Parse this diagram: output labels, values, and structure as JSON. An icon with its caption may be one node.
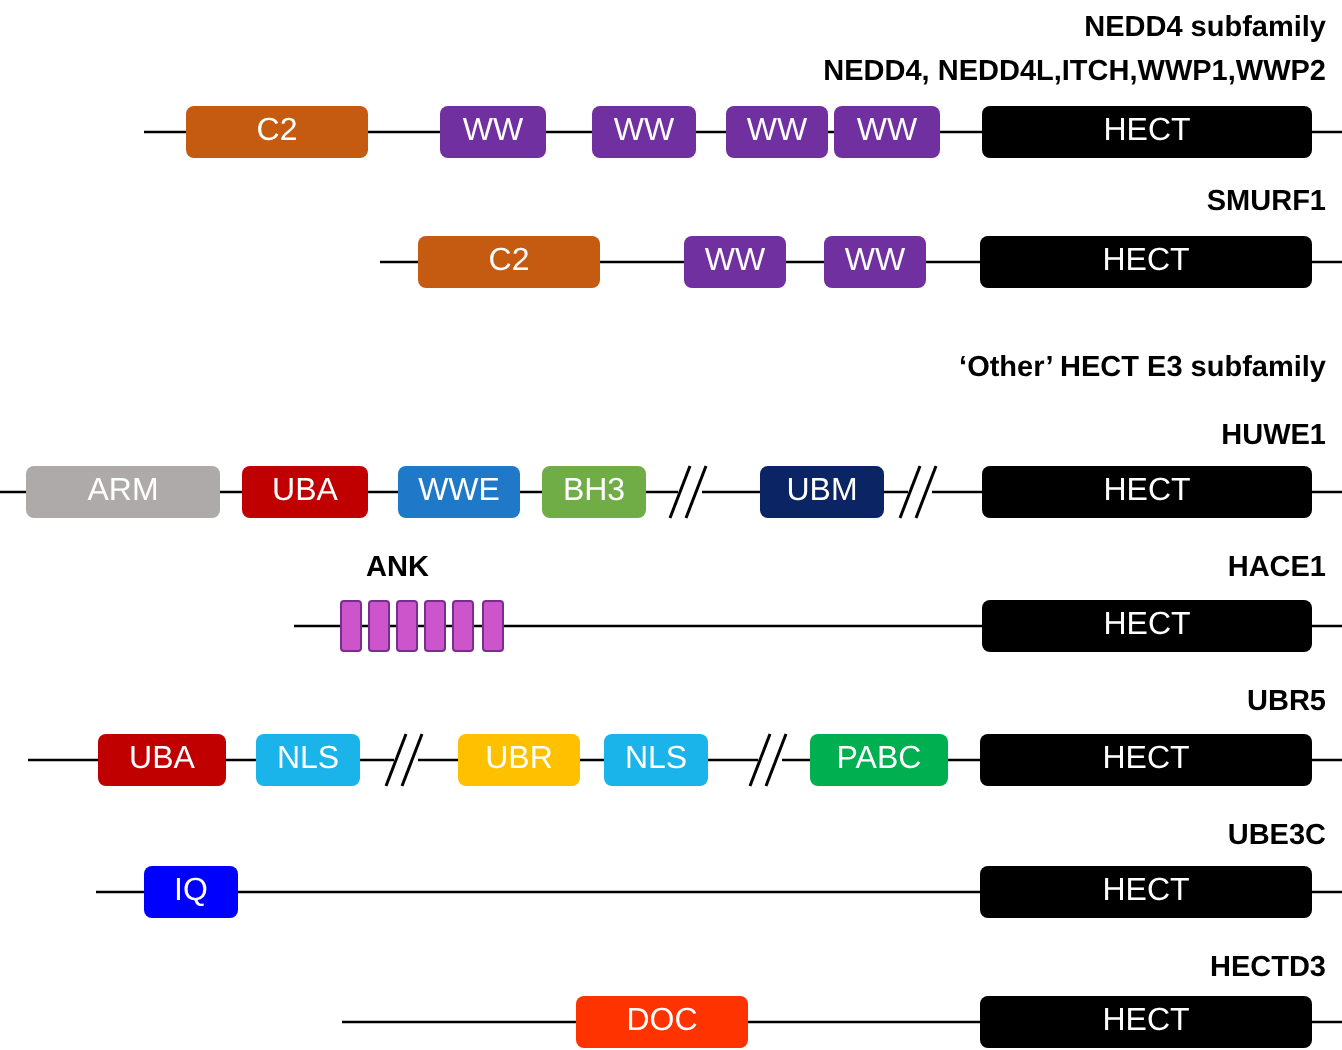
{
  "diagram": {
    "nodes": [
      {
        "text": [
          "C2"
        ]
      },
      {
        "text": [
          "WW"
        ]
      },
      {
        "text": [
          "WW"
        ]
      },
      {
        "text": [
          "WW"
        ]
      },
      {
        "text": [
          "WW"
        ]
      },
      {
        "text": [
          "HECT"
        ]
      },
      {
        "text": [
          "C2"
        ]
      },
      {
        "text": [
          "WW"
        ]
      },
      {
        "text": [
          "WW"
        ]
      },
      {
        "text": [
          "HECT"
        ]
      },
      {
        "text": [
          "ARM"
        ]
      },
      {
        "text": [
          "UBA"
        ]
      },
      {
        "text": [
          "WWE"
        ]
      },
      {
        "text": [
          "BH3"
        ]
      },
      {
        "text": [
          "UBM"
        ]
      },
      {
        "text": [
          "HECT"
        ]
      },
      {
        "text": [],
        "shape": "box"
      },
      {
        "text": [],
        "shape": "box"
      },
      {
        "text": [],
        "shape": "box"
      },
      {
        "text": [],
        "shape": "box"
      },
      {
        "text": [],
        "shape": "box"
      },
      {
        "text": [],
        "shape": "box"
      },
      {
        "text": [
          "HECT"
        ]
      },
      {
        "text": [
          "UBA"
        ]
      },
      {
        "text": [
          "NLS"
        ]
      },
      {
        "text": [
          "UBR"
        ]
      },
      {
        "text": [
          "NLS"
        ]
      },
      {
        "text": [
          "PABC"
        ]
      },
      {
        "text": [
          "HECT"
        ]
      },
      {
        "text": [
          "IQ"
        ]
      },
      {
        "text": [
          "HECT"
        ]
      },
      {
        "text": [
          "DOC"
        ]
      },
      {
        "text": [
          "HECT"
        ]
      }
    ],
    "labels": [
      "NEDD4 subfamily",
      "NEDD4, NEDD4L,ITCH,WWP1,WWP2",
      "SMURF1",
      "‘Other’ HECT E3 subfamily",
      "HUWE1",
      "ANK",
      "HACE1",
      "UBR5",
      "UBE3C",
      "HECTD3"
    ]
  }
}
